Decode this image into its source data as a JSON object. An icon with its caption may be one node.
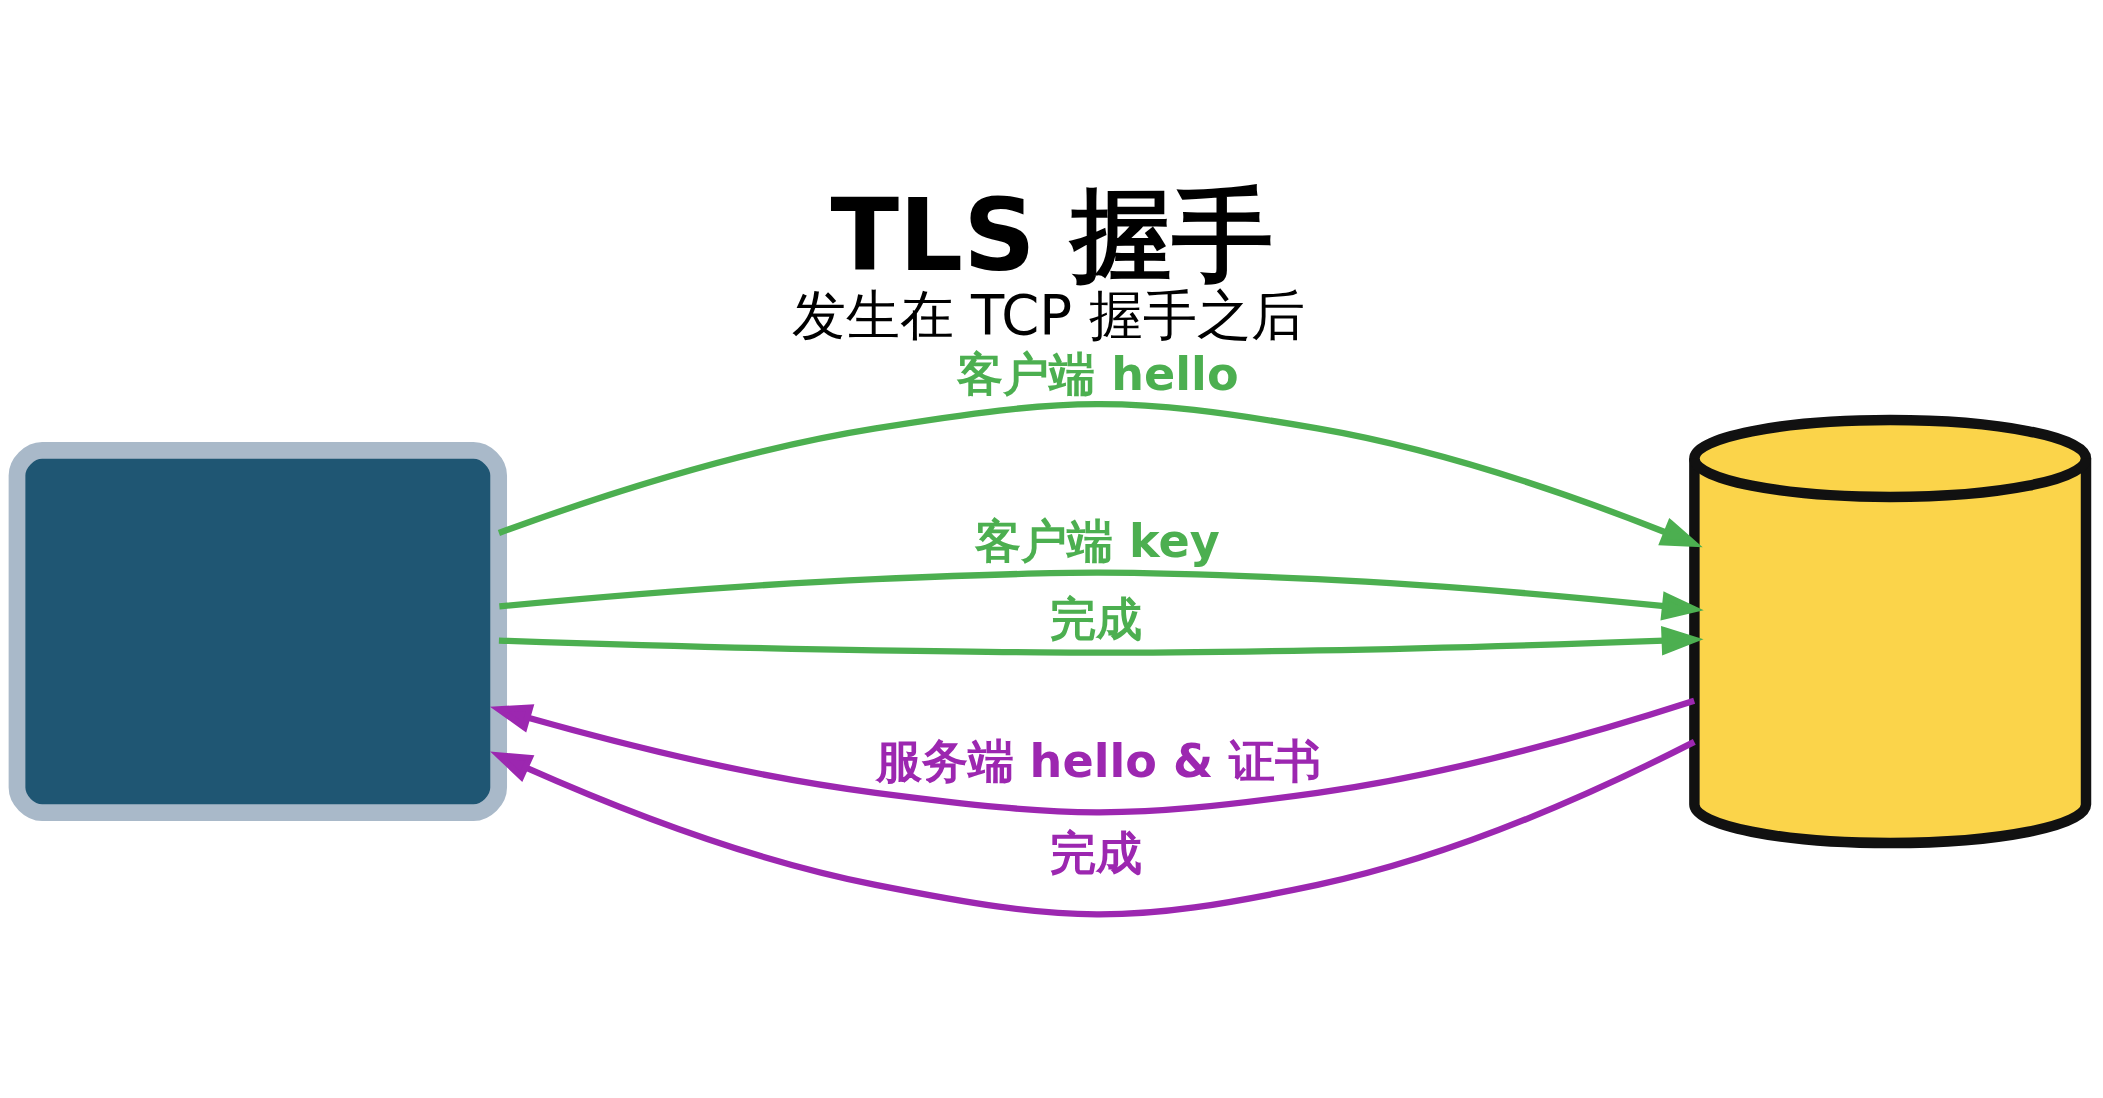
{
  "diagram": {
    "title": "TLS 握手",
    "caption": "发生在 TCP 握手之后",
    "nodes": [
      {
        "text": [],
        "shape": "box"
      },
      {
        "text": [],
        "shape": "cylinder"
      }
    ],
    "edges": [
      {
        "from": 0,
        "to": 1,
        "arrow": "to",
        "label": "客户端 hello"
      },
      {
        "from": 1,
        "to": 0,
        "arrow": "to",
        "label": "服务端 hello & 证书",
        "color": "#9c27b0"
      },
      {
        "from": 0,
        "to": 1,
        "arrow": "to",
        "label": "客户端 key"
      },
      {
        "from": 1,
        "to": 0,
        "arrow": "to",
        "label": "完成",
        "color": "#9c27b0"
      },
      {
        "from": 0,
        "to": 1,
        "arrow": "to",
        "label": "完成"
      }
    ]
  }
}
